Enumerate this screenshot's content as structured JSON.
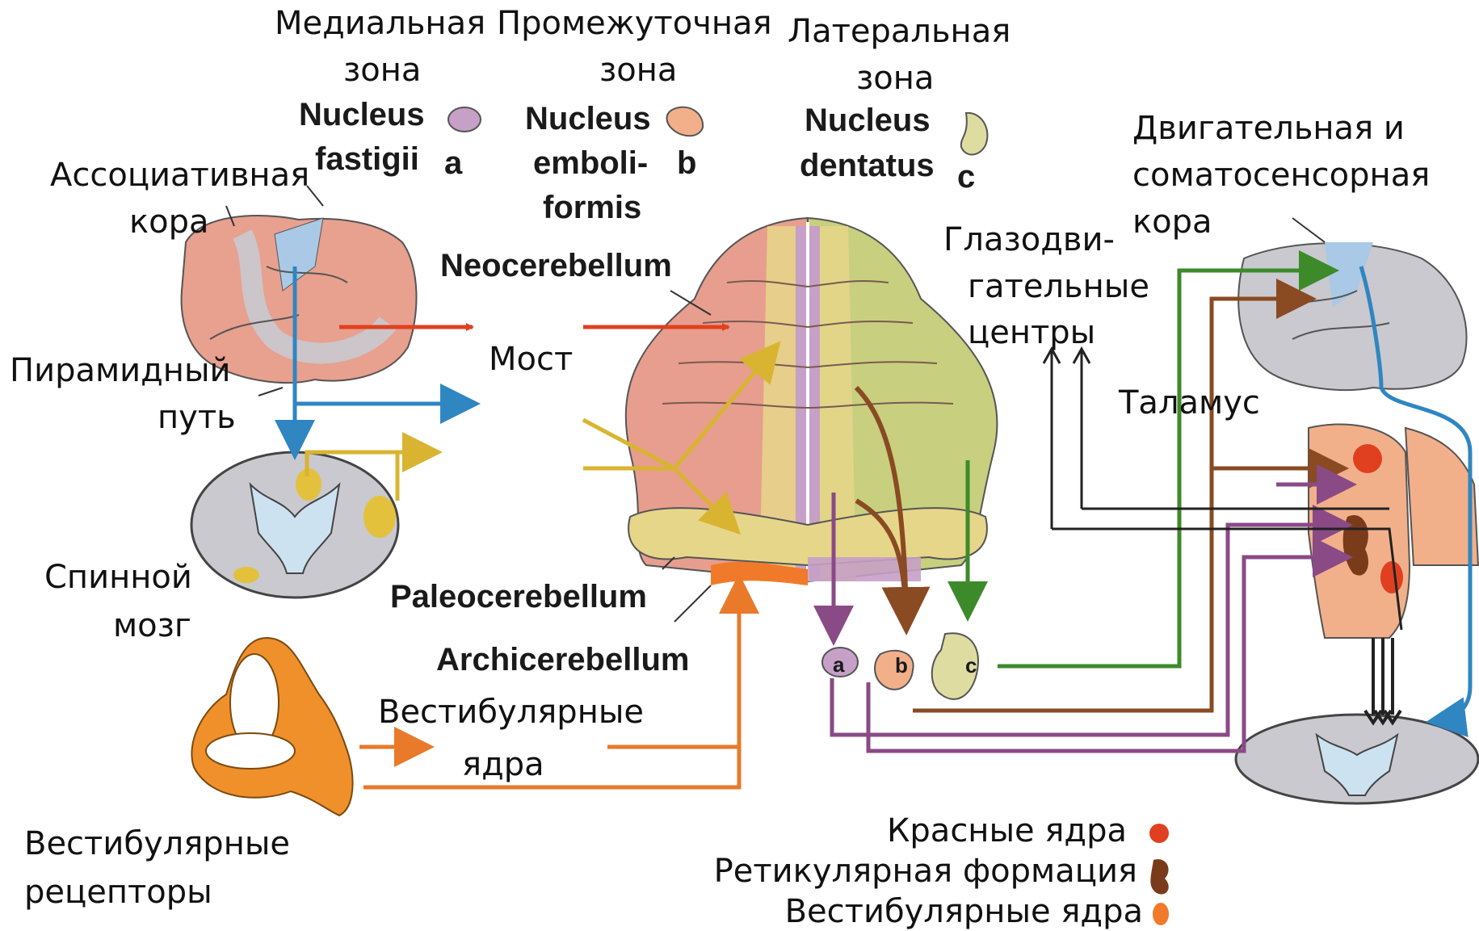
{
  "labels": {
    "medial_zone_1": "Медиальная",
    "medial_zone_2": "зона",
    "intermediate_zone_1": "Промежуточная",
    "intermediate_zone_2": "зона",
    "lateral_zone_1": "Латеральная",
    "lateral_zone_2": "зона",
    "fastigii_1": "Nucleus",
    "fastigii_2": "fastigii",
    "fastigii_letter": "a",
    "emboliformis_1": "Nucleus",
    "emboliformis_2": "emboli-",
    "emboliformis_3": "formis",
    "emboliformis_letter": "b",
    "dentatus_1": "Nucleus",
    "dentatus_2": "dentatus",
    "dentatus_letter": "c",
    "assoc_cortex_1": "Ассоциативная",
    "assoc_cortex_2": "кора",
    "motor_cortex_1": "Двигательная и",
    "motor_cortex_2": "соматосенсорная",
    "motor_cortex_3": "кора",
    "oculomotor_1": "Глазодви-",
    "oculomotor_2": "гательные",
    "oculomotor_3": "центры",
    "pyramidal_1": "Пирамидный",
    "pyramidal_2": "путь",
    "neocerebellum": "Neocerebellum",
    "pons": "Мост",
    "thalamus": "Таламус",
    "spinal_cord_1": "Спинной",
    "spinal_cord_2": "мозг",
    "paleocerebellum": "Paleocerebellum",
    "archicerebellum": "Archicerebellum",
    "vestibular_nuclei_1": "Вестибулярные",
    "vestibular_nuclei_2": "ядра",
    "vestibular_receptors_1": "Вестибулярные",
    "vestibular_receptors_2": "рецепторы",
    "node_a": "a",
    "node_b": "b",
    "node_c": "c"
  },
  "legend": [
    {
      "label": "Красные ядра",
      "color": "#e0401f"
    },
    {
      "label": "Ретикулярная формация",
      "color": "#7a3b1a"
    },
    {
      "label": "Вестибулярные ядра",
      "color": "#f07a2a"
    }
  ],
  "colors": {
    "cortex_pink": "#e8a08f",
    "grey_matter": "#c9c9cf",
    "cerebellum_pink": "#e79e8e",
    "cerebellum_yellow": "#e6d68a",
    "cerebellum_green": "#c8cf7e",
    "vermis_purple": "#c6a0c6",
    "arrow_red": "#e0401f",
    "arrow_blue": "#2f86c1",
    "arrow_yellow": "#d9b431",
    "arrow_brown": "#8a4a22",
    "arrow_green": "#3d8a2a",
    "arrow_purple": "#8a4a86",
    "arrow_orange": "#e87a2a"
  }
}
